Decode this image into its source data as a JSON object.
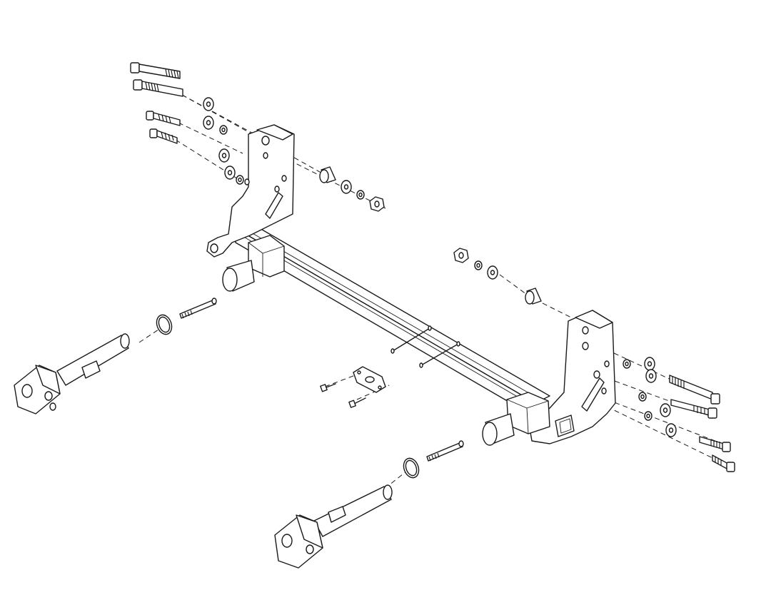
{
  "diagram": {
    "kind": "exploded-assembly",
    "line_color": "#1a1a1a",
    "background": "#ffffff",
    "parts": [
      "crossbar",
      "left-mounting-bracket",
      "right-mounting-bracket",
      "left-receiver-tube",
      "right-receiver-tube",
      "left-tow-arm",
      "right-tow-arm",
      "hex-bolt",
      "flat-washer",
      "lock-washer",
      "hex-nut",
      "spacer",
      "retaining-ring",
      "spring-pin",
      "mounting-plate",
      "rod"
    ]
  }
}
